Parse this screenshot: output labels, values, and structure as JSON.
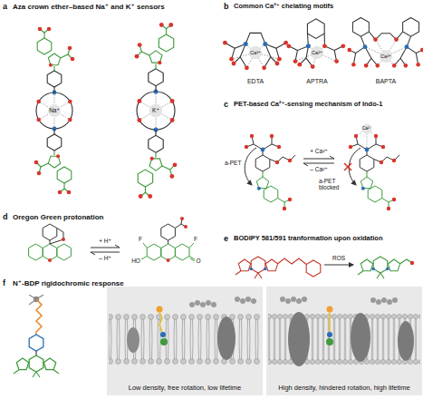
{
  "diagram": {
    "nodes": [
      {
        "text": [
          "Low density, free rotation, low lifetime"
        ]
      },
      {
        "text": [
          "High density, hindered rotation, high lifetime"
        ]
      }
    ],
    "labels": [
      "a",
      "Aza crown ether–based Na⁺ and K⁺ sensors",
      "Na⁺",
      "K⁺",
      "b",
      "Common Ca²⁺ chelating motifs",
      "Ca²⁺",
      "Ca²⁺",
      "Ca²⁺",
      "EDTA",
      "APTRA",
      "BAPTA",
      "c",
      "PET-based Ca²⁺-sensing mechanism of Indo-1",
      "a-PET",
      "+ Ca²⁺",
      "– Ca²⁺",
      "a-PET blocked",
      "Ca²⁺",
      "d",
      "Oregon Green protonation",
      "+ H⁺",
      "– H⁺",
      "F",
      "F",
      "HO",
      "O",
      "e",
      "BODIPY 581/591 tranformation upon oxidation",
      "ROS",
      "f",
      "N⁺-BDP rigidochromic response"
    ]
  }
}
